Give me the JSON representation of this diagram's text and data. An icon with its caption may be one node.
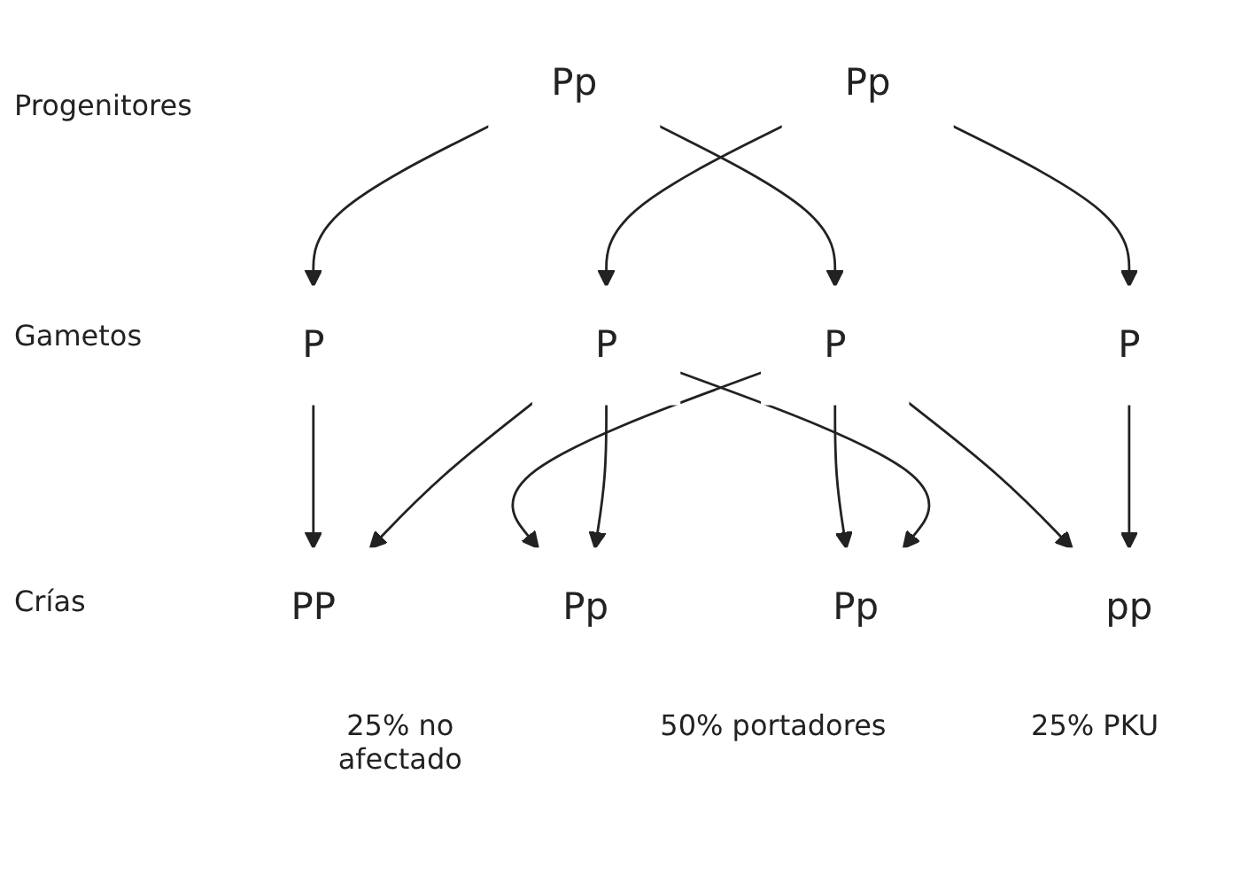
{
  "diagram": {
    "nodes": [
      {
        "text": [
          "Pp"
        ]
      },
      {
        "text": [
          "Pp"
        ]
      },
      {
        "text": [
          "P"
        ]
      },
      {
        "text": [
          "P"
        ]
      },
      {
        "text": [
          "P"
        ]
      },
      {
        "text": [
          "P"
        ]
      },
      {
        "text": [
          "PP"
        ]
      },
      {
        "text": [
          "Pp"
        ]
      },
      {
        "text": [
          "Pp"
        ]
      },
      {
        "text": [
          "pp"
        ]
      }
    ],
    "edges": [
      {
        "from": 0,
        "to": 2,
        "arrow": "to"
      },
      {
        "from": 0,
        "to": 3,
        "arrow": "to"
      },
      {
        "from": 1,
        "to": 4,
        "arrow": "to"
      },
      {
        "from": 1,
        "to": 5,
        "arrow": "to"
      },
      {
        "from": 2,
        "to": 6,
        "arrow": "to"
      },
      {
        "from": 3,
        "to": 7,
        "arrow": "to"
      },
      {
        "from": 3,
        "to": 8,
        "arrow": "to"
      },
      {
        "from": 3,
        "to": 9,
        "arrow": "to"
      },
      {
        "from": 4,
        "to": 8,
        "arrow": "to"
      },
      {
        "from": 4,
        "to": 6,
        "arrow": "to"
      },
      {
        "from": 4,
        "to": 7,
        "arrow": "to"
      },
      {
        "from": 5,
        "to": 9,
        "arrow": "to"
      }
    ],
    "labels": [
      "Progenitores",
      "Gametos",
      "Crías",
      "25% no afectado",
      "50% portadores",
      "25% PKU"
    ]
  }
}
